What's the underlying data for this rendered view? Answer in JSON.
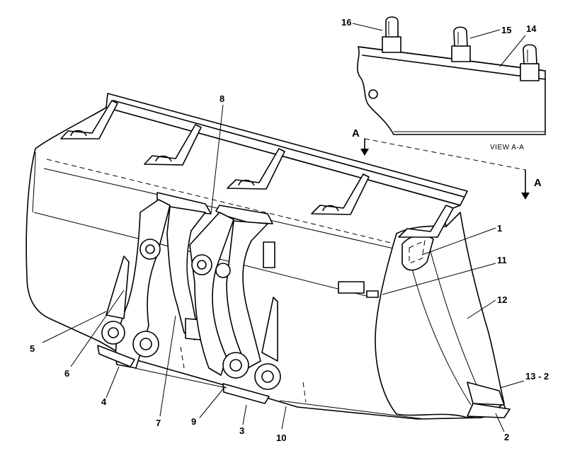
{
  "view": {
    "label": "VIEW  A-A"
  },
  "section": {
    "start": "A",
    "end": "A"
  },
  "callouts": [
    {
      "id": "1",
      "label": "1"
    },
    {
      "id": "2",
      "label": "2"
    },
    {
      "id": "3",
      "label": "3"
    },
    {
      "id": "4",
      "label": "4"
    },
    {
      "id": "5",
      "label": "5"
    },
    {
      "id": "6",
      "label": "6"
    },
    {
      "id": "7",
      "label": "7"
    },
    {
      "id": "8",
      "label": "8"
    },
    {
      "id": "9",
      "label": "9"
    },
    {
      "id": "10",
      "label": "10"
    },
    {
      "id": "11",
      "label": "11"
    },
    {
      "id": "12",
      "label": "12"
    },
    {
      "id": "13-2",
      "label": "13 - 2"
    },
    {
      "id": "14",
      "label": "14"
    },
    {
      "id": "15",
      "label": "15"
    },
    {
      "id": "16",
      "label": "16"
    }
  ],
  "colors": {
    "ink": "#000000",
    "paper": "#ffffff"
  }
}
